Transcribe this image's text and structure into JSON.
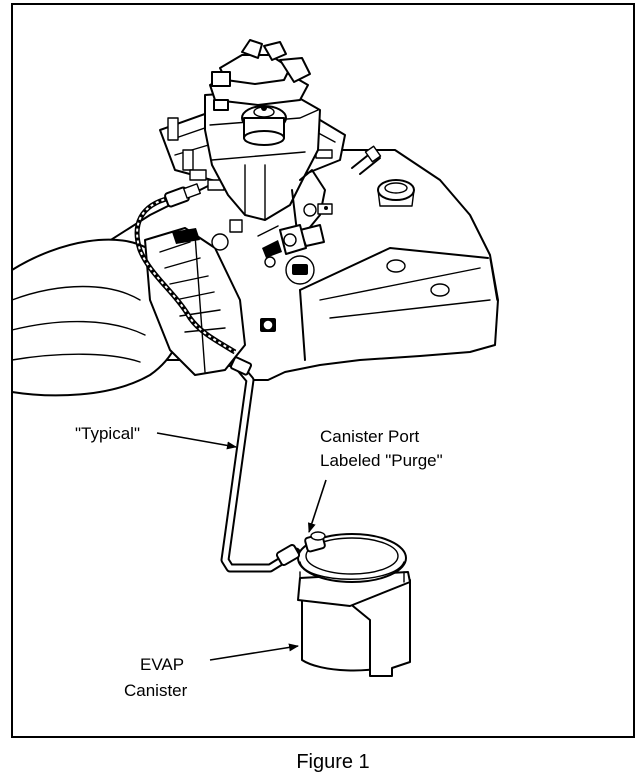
{
  "labels": {
    "typical": "\"Typical\"",
    "canister_port_line1": "Canister Port",
    "canister_port_line2": "Labeled \"Purge\"",
    "evap_line1": "EVAP",
    "evap_line2": "Canister"
  },
  "caption": "Figure 1"
}
